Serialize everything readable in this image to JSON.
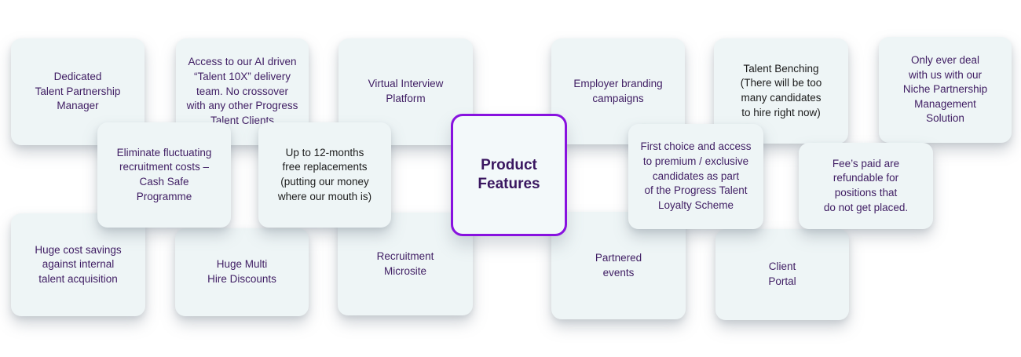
{
  "title": "Product Features",
  "palette": {
    "page_bg": "#ffffff",
    "card_bg": "#eef5f6",
    "purple_text": "#3f1d63",
    "dark_text": "#1c1c1c",
    "center_card_bg": "#f3f9fa",
    "center_card_border": "#8812df"
  },
  "center_card": {
    "label": "Product\nFeatures"
  },
  "cards": [
    {
      "name": "dedicated-talent-partnership-manager",
      "text": "Dedicated\nTalent Partnership\nManager",
      "text_color": "purple"
    },
    {
      "name": "ai-talent-10x-delivery-team",
      "text": "Access to our AI driven\n“Talent 10X” delivery\nteam. No crossover\nwith any other Progress\nTalent Clients",
      "text_color": "purple"
    },
    {
      "name": "virtual-interview-platform",
      "text": "Virtual Interview\nPlatform",
      "text_color": "purple"
    },
    {
      "name": "employer-branding-campaigns",
      "text": "Employer branding\ncampaigns",
      "text_color": "purple"
    },
    {
      "name": "talent-benching",
      "text": "Talent Benching\n(There will be too\nmany candidates\nto hire right now)",
      "text_color": "dark"
    },
    {
      "name": "niche-partnership-management-solution",
      "text": "Only ever deal\nwith us with our\nNiche Partnership\nManagement\nSolution",
      "text_color": "purple"
    },
    {
      "name": "cash-safe-programme",
      "text": "Eliminate fluctuating\nrecruitment costs –\nCash Safe\nProgramme",
      "text_color": "purple"
    },
    {
      "name": "free-replacements-12-months",
      "text": "Up to 12-months\nfree replacements\n(putting our money\nwhere our mouth is)",
      "text_color": "dark"
    },
    {
      "name": "loyalty-scheme-premium-candidates",
      "text": "First choice and access\nto premium / exclusive\ncandidates as part\nof the Progress Talent\nLoyalty Scheme",
      "text_color": "purple"
    },
    {
      "name": "refundable-fees",
      "text": "Fee’s paid are\nrefundable for\npositions that\ndo not get placed.",
      "text_color": "purple"
    },
    {
      "name": "huge-cost-savings",
      "text": "Huge cost savings\nagainst internal\ntalent acquisition",
      "text_color": "purple"
    },
    {
      "name": "multi-hire-discounts",
      "text": "Huge Multi\nHire Discounts",
      "text_color": "purple"
    },
    {
      "name": "recruitment-microsite",
      "text": "Recruitment\nMicrosite",
      "text_color": "purple"
    },
    {
      "name": "partnered-events",
      "text": "Partnered\nevents",
      "text_color": "purple"
    },
    {
      "name": "client-portal",
      "text": "Client\nPortal",
      "text_color": "purple"
    }
  ]
}
